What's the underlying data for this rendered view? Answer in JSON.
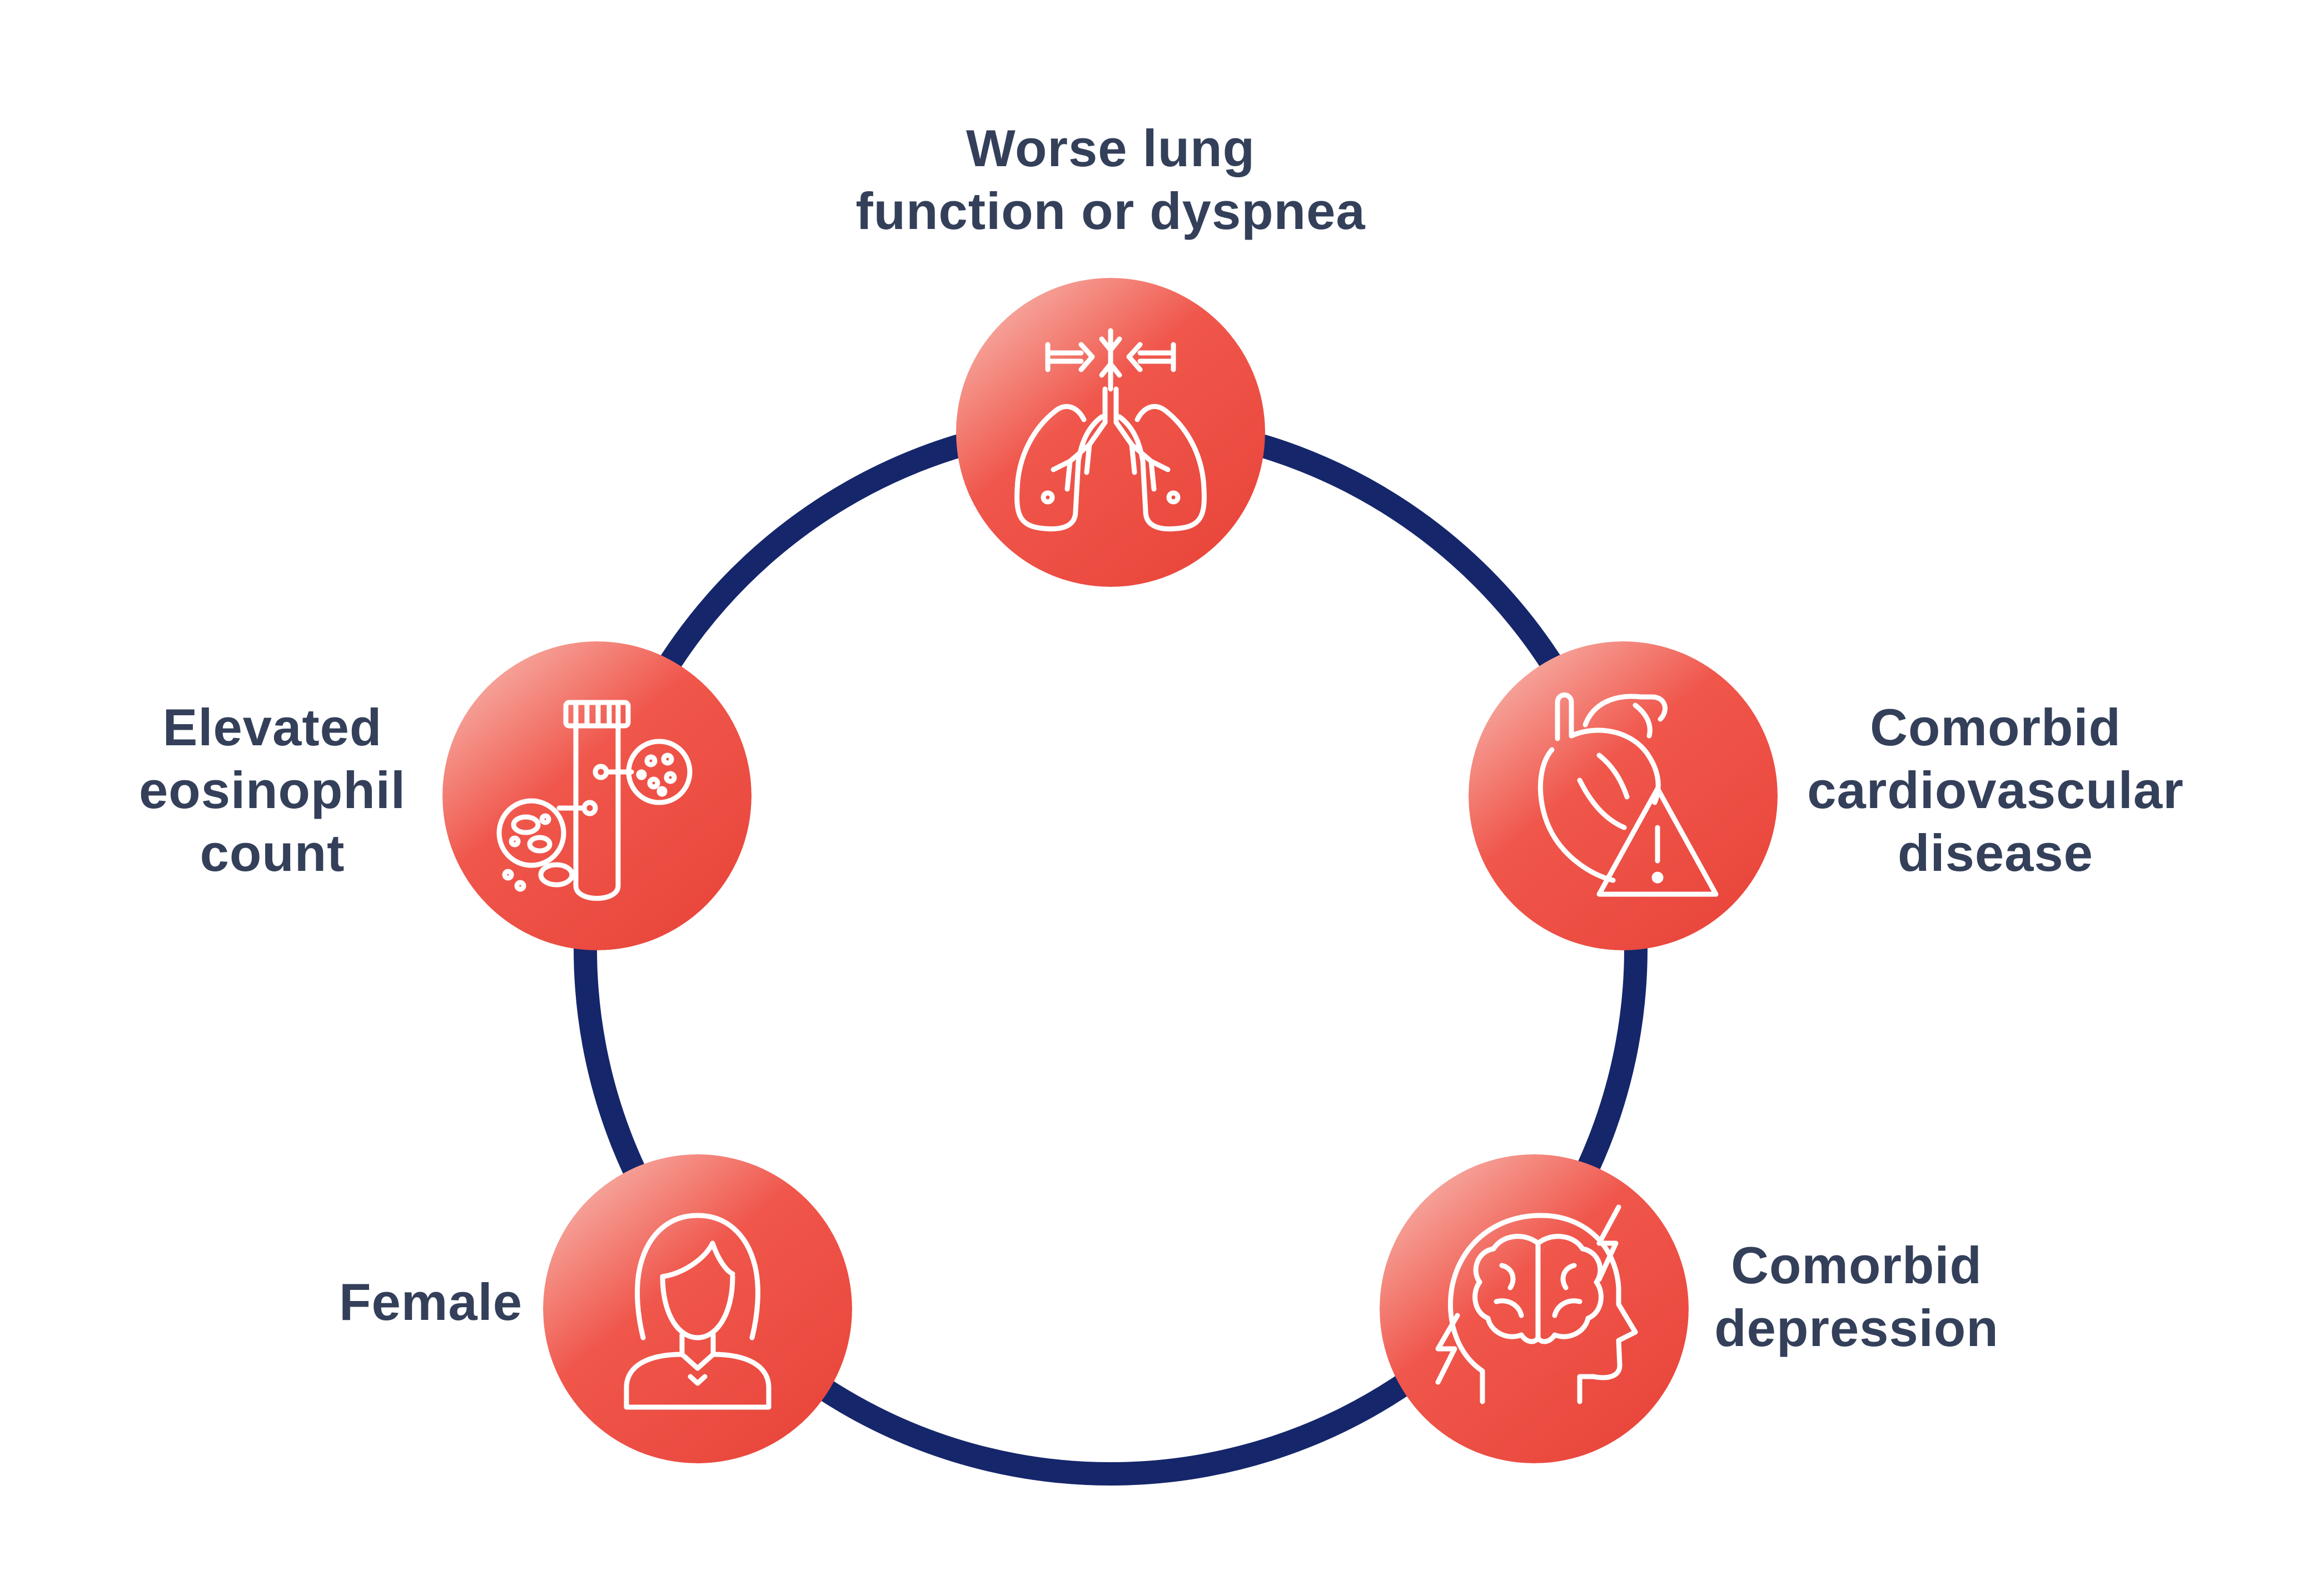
{
  "colors": {
    "ring": "#15266b",
    "node_light": "#f6a59c",
    "node_mid": "#f0544a",
    "node_dark": "#e8443a",
    "icon_stroke": "#ffffff",
    "text": "#34405a"
  },
  "factors": [
    {
      "id": "lung",
      "icon": "lungs-icon",
      "lines": [
        "Worse lung",
        "function or dyspnea"
      ]
    },
    {
      "id": "cardio",
      "icon": "heart-warning-icon",
      "lines": [
        "Comorbid",
        "cardiovascular",
        "disease"
      ]
    },
    {
      "id": "depression",
      "icon": "head-brain-lightning-icon",
      "lines": [
        "Comorbid",
        "depression"
      ]
    },
    {
      "id": "female",
      "icon": "female-icon",
      "lines": [
        "Female"
      ]
    },
    {
      "id": "eosinophil",
      "icon": "test-tube-cells-icon",
      "lines": [
        "Elevated",
        "eosinophil",
        "count"
      ]
    }
  ]
}
